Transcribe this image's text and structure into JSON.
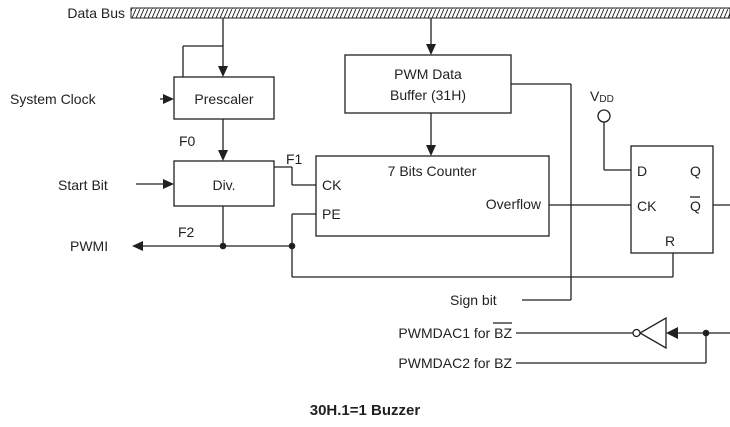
{
  "signals": {
    "data_bus": "Data Bus",
    "system_clock": "System Clock",
    "start_bit": "Start Bit",
    "pwmi": "PWMI",
    "sign_bit": "Sign bit",
    "pwmdac1_prefix": "PWMDAC1 for ",
    "pwmdac1_bar": "BZ",
    "pwmdac2": "PWMDAC2 for BZ",
    "vdd_main": "V",
    "vdd_sub": "DD"
  },
  "blocks": {
    "prescaler": "Prescaler",
    "pwm_buffer_line1": "PWM Data",
    "pwm_buffer_line2": "Buffer (31H)",
    "div": "Div.",
    "counter_title": "7 Bits Counter",
    "counter_ck": "CK",
    "counter_pe": "PE",
    "counter_overflow": "Overflow",
    "ff_d": "D",
    "ff_q": "Q",
    "ff_ck": "CK",
    "ff_qbar": "Q",
    "ff_r": "R"
  },
  "nodes": {
    "f0": "F0",
    "f1": "F1",
    "f2": "F2"
  },
  "caption": "30H.1=1 Buzzer"
}
